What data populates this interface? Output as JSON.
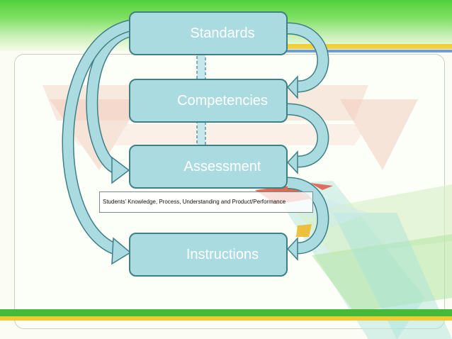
{
  "diagram": {
    "nodes": [
      {
        "id": "standards",
        "label": "Standards"
      },
      {
        "id": "competencies",
        "label": "Competencies"
      },
      {
        "id": "assessment",
        "label": "Assessment"
      },
      {
        "id": "instructions",
        "label": "Instructions"
      }
    ],
    "assessment_note": "Students’ Knowledge, Process, Understanding and Product/Performance",
    "colors": {
      "node_fill": "#a9dbe0",
      "node_border": "#3f7f86",
      "arrow_fill": "#a9dbe0",
      "arrow_border": "#3f7f86",
      "label_text": "#ffffff"
    }
  }
}
